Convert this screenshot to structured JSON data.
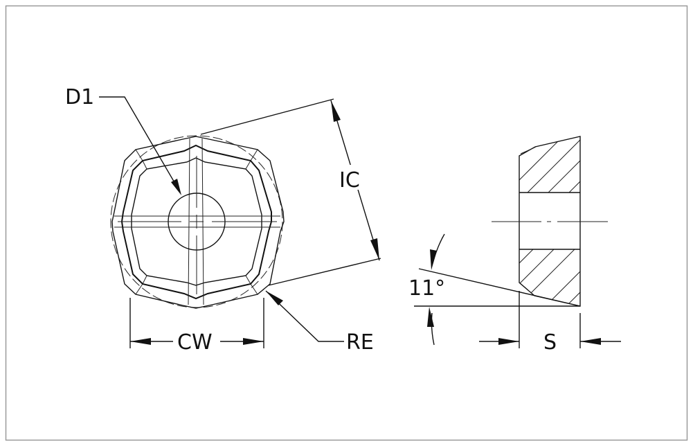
{
  "drawing": {
    "labels": {
      "d1": "D1",
      "ic": "IC",
      "cw": "CW",
      "re": "RE",
      "angle": "11°",
      "s": "S"
    },
    "colors": {
      "line": "#111111",
      "frame": "#9a9a9a",
      "background": "#ffffff"
    }
  }
}
